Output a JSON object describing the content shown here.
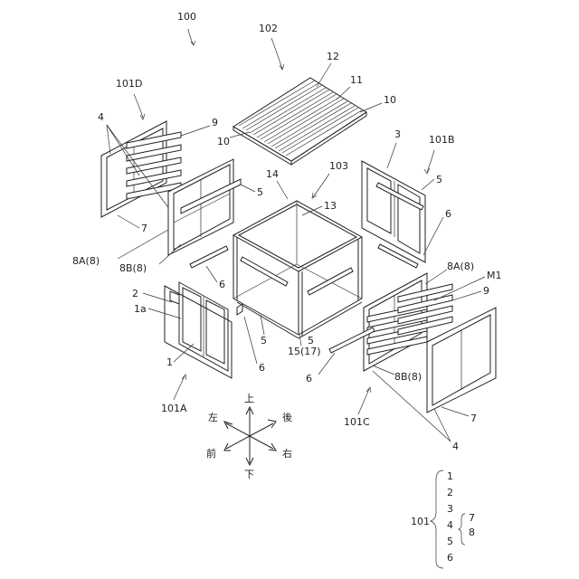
{
  "figure_ref": "100",
  "labels": {
    "roof": "102",
    "box": "103",
    "n14": "14",
    "n13": "13",
    "n12": "12",
    "n11": "11",
    "n10": "10",
    "n9": "9",
    "n3": "3",
    "n5": "5",
    "n6": "6",
    "n4": "4",
    "n7": "7",
    "n2": "2",
    "n1a": "1a",
    "n1": "1",
    "m1": "M1",
    "p8a": "8A(8)",
    "p8b": "8B(8)",
    "n15": "15(17)",
    "u101a": "101A",
    "u101b": "101B",
    "u101c": "101C",
    "u101d": "101D"
  },
  "directions": {
    "up": "上",
    "down": "下",
    "left": "左",
    "right": "右",
    "front": "前",
    "back": "後"
  },
  "legend": {
    "parent": "101",
    "items": [
      "1",
      "2",
      "3",
      "4",
      "5",
      "6"
    ],
    "sub_items": [
      "7",
      "8"
    ]
  }
}
